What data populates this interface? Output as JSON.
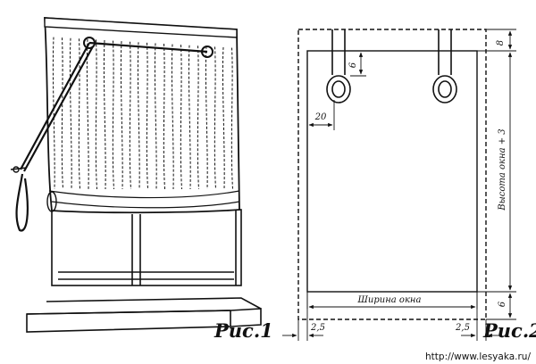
{
  "figure1": {
    "caption": "Рис.1"
  },
  "figure2": {
    "caption": "Рис.2",
    "dimensions": {
      "top_margin": "8",
      "loop_drop": "6",
      "ring_offset": "20",
      "height_label": "Высота окна + 3",
      "width_label": "Ширина окна",
      "bottom_margin": "6",
      "left_allowance": "2,5",
      "right_allowance": "2,5"
    }
  },
  "watermark": "http://www.lesyaka.ru/"
}
